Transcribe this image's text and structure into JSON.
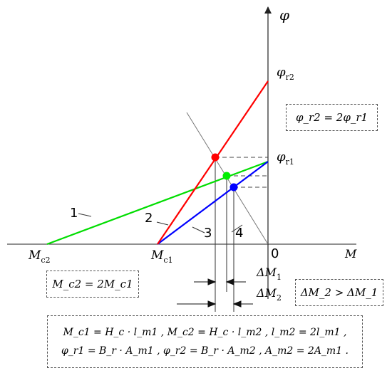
{
  "axes": {
    "x_label": "M",
    "y_label": "φ",
    "origin_label": "0"
  },
  "points": {
    "mc1": {
      "main": "M",
      "sub": "c1"
    },
    "mc2": {
      "main": "M",
      "sub": "c2"
    },
    "phi_r1": {
      "main": "φ",
      "sub": "r1"
    },
    "phi_r2": {
      "main": "φ",
      "sub": "r2"
    }
  },
  "deltas": {
    "dm1": {
      "main": "ΔM",
      "sub": "1"
    },
    "dm2": {
      "main": "ΔM",
      "sub": "2"
    }
  },
  "line_numbers": [
    "1",
    "2",
    "3",
    "4"
  ],
  "boxes": {
    "phi_relation": "φ_r2 = 2φ_r1",
    "mc_relation": "M_c2 = 2M_c1",
    "dm_relation": "ΔM_2 > ΔM_1",
    "formula_line1": "M_c1 = H_c · l_m1 , M_c2 = H_c · l_m2 , l_m2 = 2l_m1 ,",
    "formula_line2": "φ_r1 = B_r · A_m1 , φ_r2 = B_r · A_m2 , A_m2 = 2A_m1 ."
  },
  "colors": {
    "line1": "#00dd00",
    "line2": "#ff0000",
    "line3": "#0000ff",
    "line4": "#777777",
    "axis": "#222222"
  }
}
